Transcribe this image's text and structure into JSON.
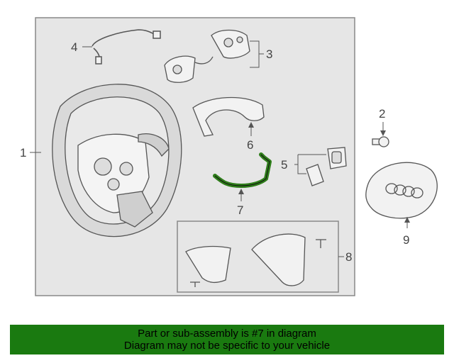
{
  "diagram": {
    "labels": {
      "p1": "1",
      "p2": "2",
      "p3": "3",
      "p4": "4",
      "p5": "5",
      "p6": "6",
      "p7": "7",
      "p8": "8",
      "p9": "9"
    },
    "highlight_color": "#2e7d1a"
  },
  "banner": {
    "line1": "Part or sub-assembly is #7 in diagram",
    "line2": "Diagram may not be specific to your vehicle",
    "background": "#1a7a10"
  }
}
